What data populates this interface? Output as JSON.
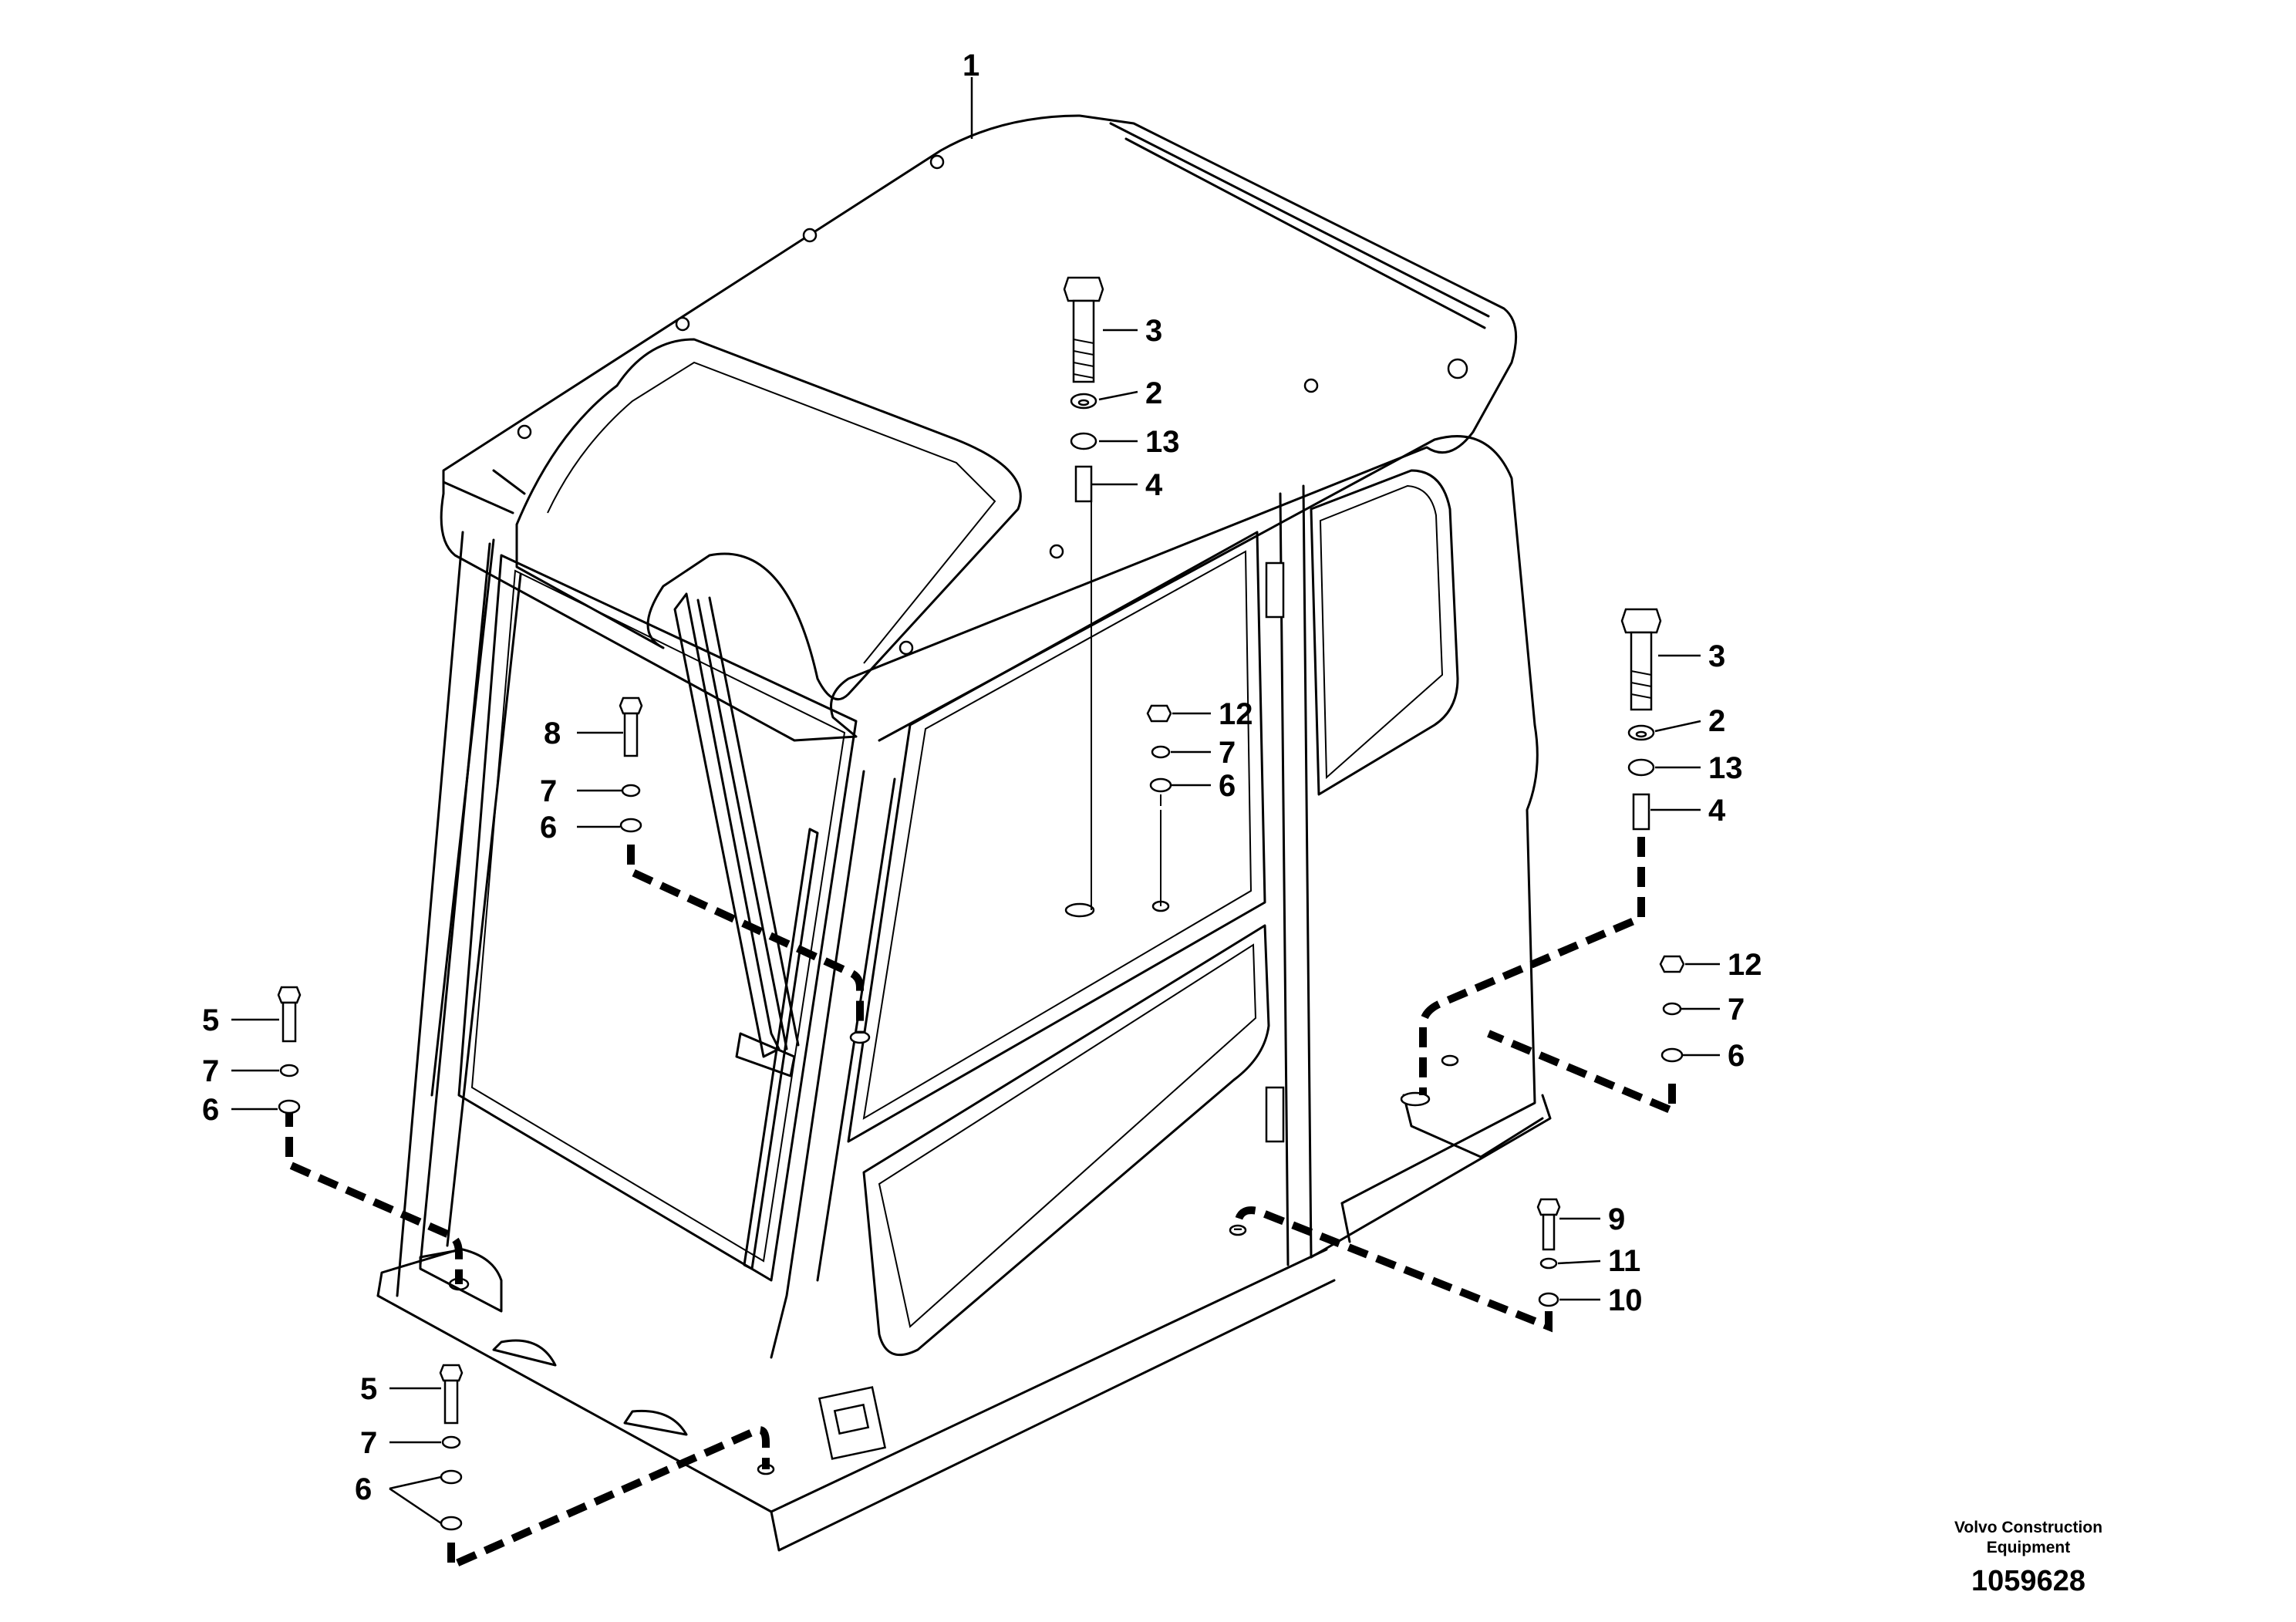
{
  "diagram": {
    "callouts": {
      "c1": "1",
      "c3a": "3",
      "c2a": "2",
      "c13a": "13",
      "c4a": "4",
      "c3b": "3",
      "c2b": "2",
      "c13b": "13",
      "c4b": "4",
      "c12a": "12",
      "c7a": "7",
      "c6a": "6",
      "c12b": "12",
      "c7b": "7",
      "c6b": "6",
      "c8": "8",
      "c7c": "7",
      "c6c": "6",
      "c5a": "5",
      "c7d": "7",
      "c6d": "6",
      "c5b": "5",
      "c7e": "7",
      "c6e": "6",
      "c9": "9",
      "c11": "11",
      "c10": "10"
    },
    "manufacturer_line1": "Volvo Construction",
    "manufacturer_line2": "Equipment",
    "document_number": "1059628"
  }
}
